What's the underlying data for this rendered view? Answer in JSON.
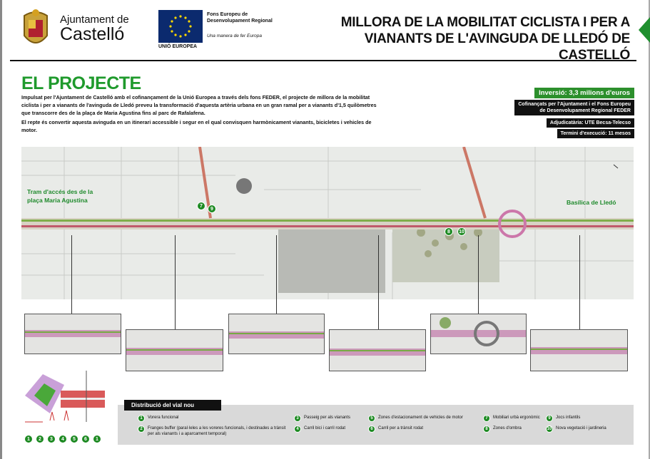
{
  "header": {
    "logo_line1": "Ajuntament de",
    "logo_line2": "Castelló",
    "eu_caption": "UNIÓ EUROPEA",
    "fons_line1": "Fons Europeu de",
    "fons_line2": "Desenvolupament Regional",
    "fons_slogan": "Una manera de fer Europa",
    "title_line1": "MILLORA DE LA MOBILITAT CICLISTA I PER A",
    "title_line2": "VIANANTS DE L'AVINGUDA DE LLEDÓ DE CASTELLÓ"
  },
  "project": {
    "heading": "EL PROJECTE",
    "para1": "Impulsat per l'Ajuntament de Castelló amb el cofinançament de la Unió Europea a través dels fons FEDER, el projecte de millora de la mobilitat ciclista i per a vianants de l'avinguda de Lledó preveu la transformació d'aquesta artèria urbana en un gran ramal per a vianants d'1,5 quilòmetres que transcorre des de la plaça de Maria Agustina fins al parc de Rafalafena.",
    "para2": "El repte és convertir aquesta avinguda en un itinerari accessible i segur en el qual convisquen harmònicament vianants, bicicletes i vehicles de motor."
  },
  "info": {
    "investment": "Inversió: 3,3 milions d'euros",
    "cofinanced_1": "Cofinançats per l'Ajuntament i el Fons Europeu",
    "cofinanced_2": "de Desenvolupament Regional FEDER",
    "contractor": "Adjudicatària: UTE Becsa-Telecso",
    "term": "Termini d'execució: 11 mesos"
  },
  "map": {
    "label_left_1": "Tram d'accés des de la",
    "label_left_2": "plaça Maria Agustina",
    "label_right": "Basílica de Lledó",
    "markers": [
      "7",
      "9",
      "8",
      "10"
    ]
  },
  "section_numbers": [
    "1",
    "2",
    "3",
    "4",
    "5",
    "6",
    "1"
  ],
  "legend": {
    "title": "Distribució del vial nou",
    "items": [
      {
        "n": "1",
        "text": "Vorera funcional"
      },
      {
        "n": "2",
        "text": "Franges buffer (paral·leles a les voreres funcionals, i destinades a trànsit per als vianants i a aparcament temporal)"
      },
      {
        "n": "3",
        "text": "Passeig per als vianants"
      },
      {
        "n": "4",
        "text": "Carril bici i carril rodat"
      },
      {
        "n": "5",
        "text": "Zones d'estacionament de vehicles de motor"
      },
      {
        "n": "6",
        "text": "Carril per a trànsit rodat"
      },
      {
        "n": "7",
        "text": "Mobiliari urbà ergonòmic"
      },
      {
        "n": "8",
        "text": "Zones d'ombra"
      },
      {
        "n": "9",
        "text": "Jocs infantils"
      },
      {
        "n": "10",
        "text": "Nova vegetació i jardineria"
      }
    ]
  },
  "colors": {
    "green": "#1f9a2c",
    "dark": "#111111",
    "eu_blue": "#0b2a6e"
  }
}
